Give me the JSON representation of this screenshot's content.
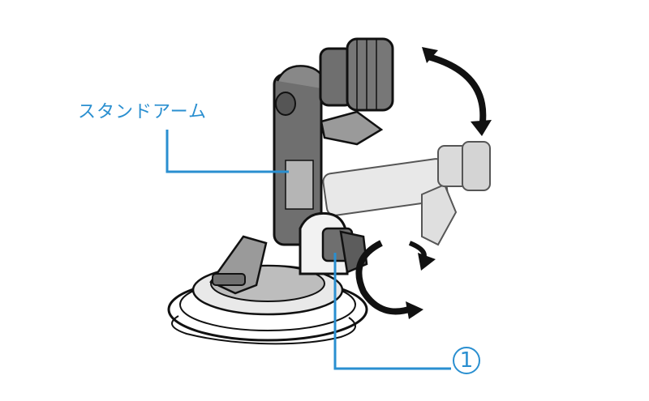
{
  "labels": {
    "stand_arm": "スタンドアーム",
    "part_one": "1"
  },
  "colors": {
    "callout": "#2a8fd0",
    "outline": "#111111",
    "dark_part": "#6f6f6f",
    "mid_part": "#9a9a9a",
    "ghost_part": "#cfcfcf"
  },
  "icons": {
    "rotate_arrow": "double-headed-curved-arrow",
    "spin_arrow": "circular-rotation-arrow"
  }
}
